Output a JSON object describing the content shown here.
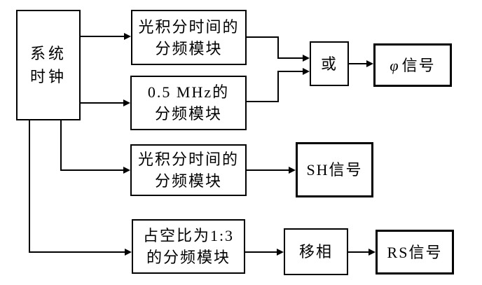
{
  "colors": {
    "background": "#ffffff",
    "line": "#000000",
    "text": "#000000"
  },
  "nodes": {
    "system_clock": {
      "line1": "系统",
      "line2": "时钟"
    },
    "divider_integration_top": {
      "line1": "光积分时间的",
      "line2": "分频模块"
    },
    "divider_05mhz": {
      "line1": "0.5 MHz的",
      "line2": "分频模块"
    },
    "or_gate": {
      "label": "或"
    },
    "phi_signal": {
      "symbol": "φ",
      "label": "信号"
    },
    "divider_integration_mid": {
      "line1": "光积分时间的",
      "line2": "分频模块"
    },
    "sh_signal": {
      "label": "SH信号"
    },
    "divider_duty_ratio": {
      "line1": "占空比为1:3",
      "line2": "的分频模块"
    },
    "phase_shift": {
      "label": "移相"
    },
    "rs_signal": {
      "label": "RS信号"
    }
  },
  "edges": [
    {
      "from": "system_clock",
      "to": "divider_integration_top"
    },
    {
      "from": "system_clock",
      "to": "divider_05mhz"
    },
    {
      "from": "divider_integration_top",
      "to": "or_gate"
    },
    {
      "from": "divider_05mhz",
      "to": "or_gate"
    },
    {
      "from": "or_gate",
      "to": "phi_signal"
    },
    {
      "from": "system_clock",
      "to": "divider_integration_mid"
    },
    {
      "from": "divider_integration_mid",
      "to": "sh_signal"
    },
    {
      "from": "system_clock",
      "to": "divider_duty_ratio"
    },
    {
      "from": "divider_duty_ratio",
      "to": "phase_shift"
    },
    {
      "from": "phase_shift",
      "to": "rs_signal"
    }
  ]
}
